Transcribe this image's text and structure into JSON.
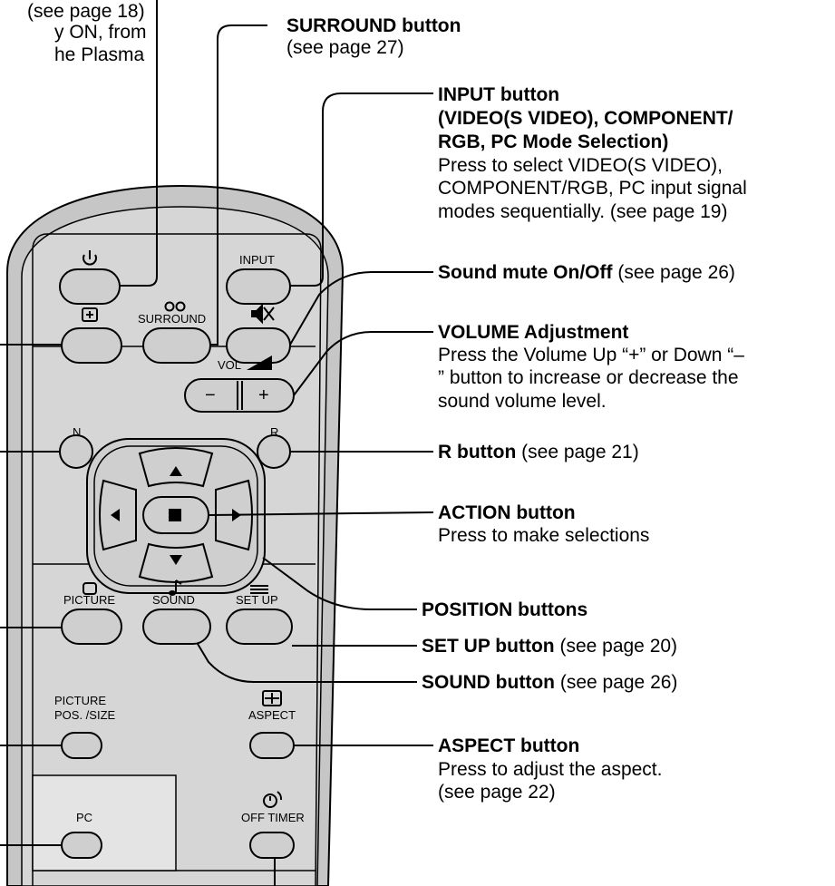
{
  "top_left_fragments": [
    "(see page 18)",
    "y ON, from",
    "he Plasma"
  ],
  "annotations": {
    "surround": {
      "title": "SURROUND button",
      "note": "(see page 27)"
    },
    "input": {
      "title": "INPUT button",
      "subtitle_1": "(VIDEO(S VIDEO), COMPONENT/",
      "subtitle_2": "RGB, PC Mode Selection)",
      "desc_1": "Press to select VIDEO(S VIDEO),",
      "desc_2": "COMPONENT/RGB, PC input signal",
      "desc_3": "modes sequentially. (see page 19)"
    },
    "mute": {
      "title": "Sound mute On/Off",
      "note": "(see page 26)"
    },
    "volume": {
      "title": "VOLUME Adjustment",
      "desc_1": "Press the Volume Up “+” or Down “–",
      "desc_2": "” button to increase or decrease the",
      "desc_3": "sound volume level."
    },
    "r_button": {
      "title": "R button",
      "note": "(see page 21)"
    },
    "action": {
      "title": "ACTION button",
      "desc": "Press to make selections"
    },
    "position": {
      "title": "POSITION buttons"
    },
    "setup": {
      "title": "SET UP button",
      "note": "(see page 20)"
    },
    "sound": {
      "title": "SOUND button",
      "note": "(see page 26)"
    },
    "aspect": {
      "title": "ASPECT button",
      "desc_1": "Press to adjust the aspect.",
      "desc_2": "(see page 22)"
    }
  },
  "remote_labels": {
    "input": "INPUT",
    "surround": "SURROUND",
    "vol": "VOL",
    "minus": "−",
    "plus": "+",
    "n": "N",
    "r": "R",
    "picture": "PICTURE",
    "sound": "SOUND",
    "setup": "SET UP",
    "picture_pos_1": "PICTURE",
    "picture_pos_2": "POS. /SIZE",
    "aspect": "ASPECT",
    "pc": "PC",
    "off_timer": "OFF TIMER"
  },
  "colors": {
    "remote_body": "#c6c6c6",
    "panel": "#d6d6d6",
    "button": "#cfcfcf",
    "line": "#000000",
    "background": "#ffffff"
  }
}
